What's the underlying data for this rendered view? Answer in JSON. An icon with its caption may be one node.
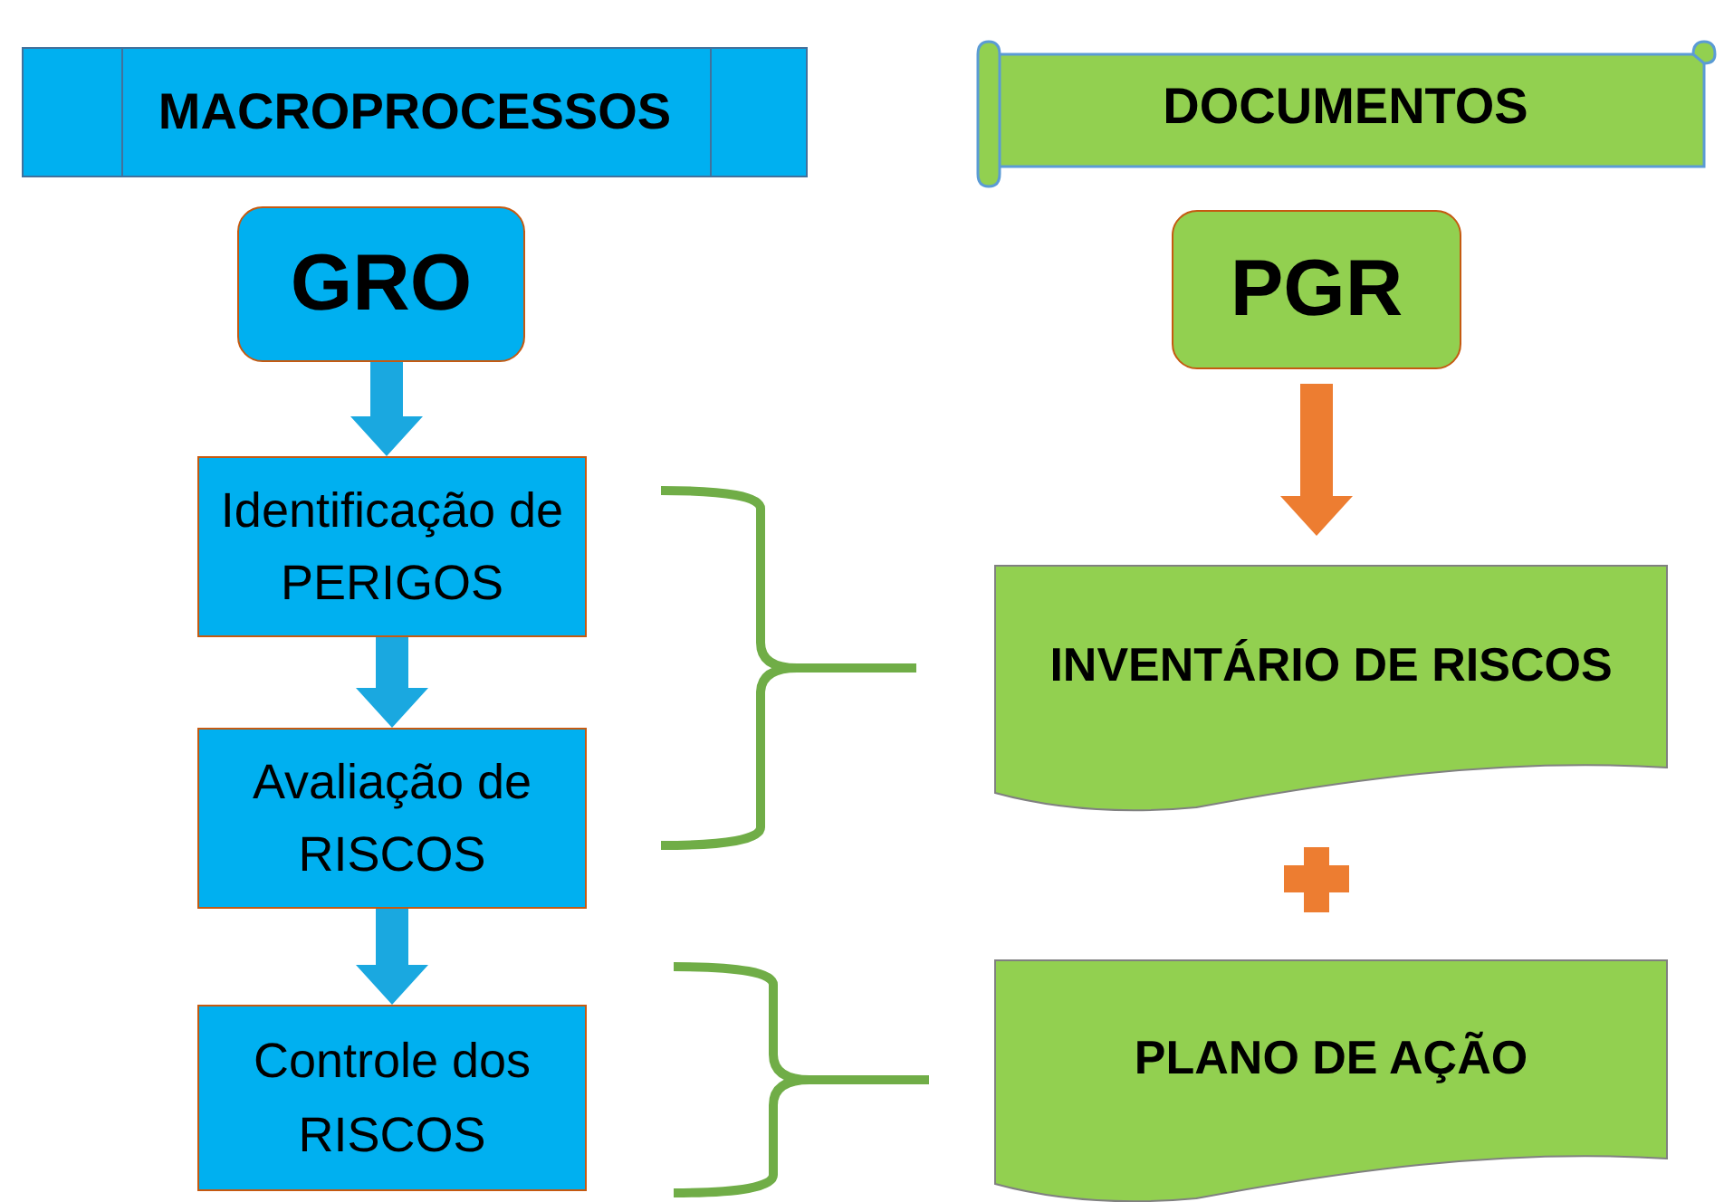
{
  "diagram": {
    "nodes": [
      {
        "text": [
          "MACROPROCESSOS"
        ]
      },
      {
        "text": [
          "DOCUMENTOS"
        ]
      },
      {
        "text": [
          "GRO"
        ]
      },
      {
        "text": [
          "PGR"
        ]
      },
      {
        "text": [
          "Identificação de PERIGOS"
        ]
      },
      {
        "text": [
          "INVENTÁRIO DE RISCOS"
        ]
      },
      {
        "text": [
          "Avaliação de RISCOS"
        ]
      },
      {
        "text": [
          "PLANO DE AÇÃO"
        ]
      },
      {
        "text": [
          "Controle dos RISCOS"
        ]
      }
    ],
    "edges": [
      {
        "from": 2,
        "to": 4,
        "arrow": "to"
      },
      {
        "from": 3,
        "to": 5,
        "arrow": "to",
        "color": "#ed7d31"
      },
      {
        "from": 4,
        "to": 6,
        "arrow": "to"
      },
      {
        "from": 6,
        "to": 8,
        "arrow": "to"
      }
    ]
  }
}
